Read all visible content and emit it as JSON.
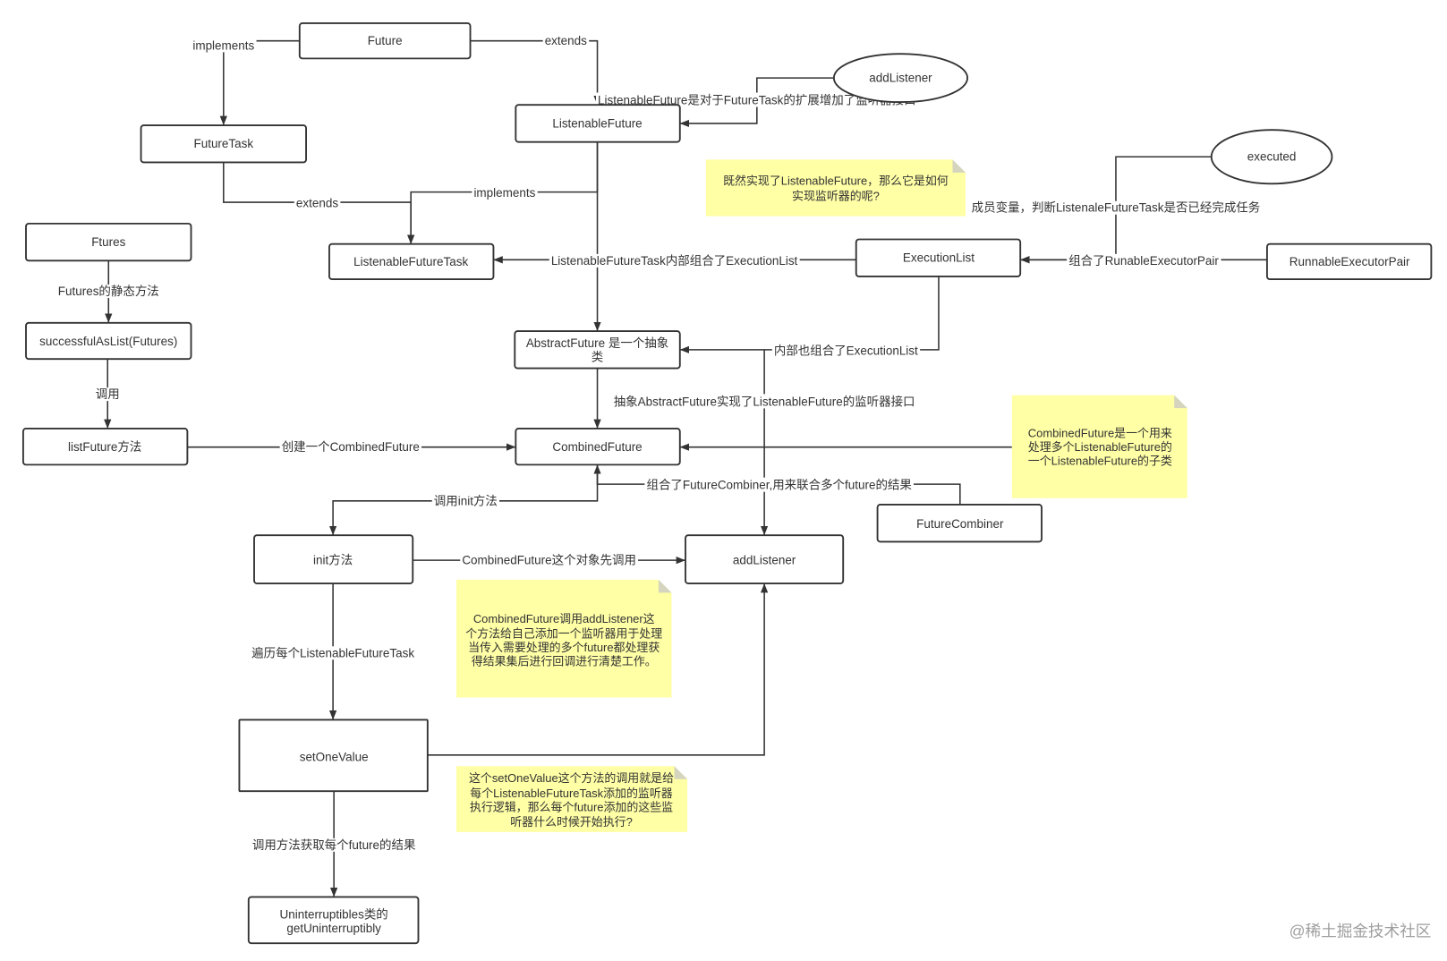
{
  "nodes": {
    "future": "Future",
    "future_task": "FutureTask",
    "listenable_future": "ListenableFuture",
    "add_listener_oval": "addListener",
    "executed_oval": "executed",
    "listenable_future_task": "ListenableFutureTask",
    "execution_list": "ExecutionList",
    "runnable_executor_pair": "RunnableExecutorPair",
    "ftures": "Ftures",
    "successful_as_list": "successfulAsList(Futures)",
    "list_future": "listFuture方法",
    "abstract_future": [
      "AbstractFuture 是一个抽象",
      "类"
    ],
    "combined_future": "CombinedFuture",
    "future_combiner": "FutureCombiner",
    "init_method": "init方法",
    "add_listener_box": "addListener",
    "set_one_value": "setOneValue",
    "uninterruptibles": [
      "Uninterruptibles类的",
      "getUninterruptibly"
    ]
  },
  "edge_labels": {
    "future_implements": "implements",
    "future_extends": "extends",
    "listenable_extension": "ListenableFuture是对于FutureTask的扩展增加了监听器接口",
    "future_task_extends": "extends",
    "listenable_implements": "implements",
    "task_composes_execution_list": "ListenableFutureTask内部组合了ExecutionList",
    "executed_member": "成员变量，判断ListenaleFutureTask是否已经完成任务",
    "composes_runnable_pair": "组合了RunableExecutorPair",
    "abstract_composes_execution_list": "内部也组合了ExecutionList",
    "abstract_implements_listener": "抽象AbstractFuture实现了ListenableFuture的监听器接口",
    "creates_combined_future": "创建一个CombinedFuture",
    "composes_future_combiner": "组合了FutureCombiner,用来联合多个future的结果",
    "calls_init": "调用init方法",
    "calls_add_listener_first": "CombinedFuture这个对象先调用",
    "iterates_tasks": "遍历每个ListenableFutureTask",
    "gets_each_result": "调用方法获取每个future的结果",
    "static_method": "Futures的静态方法",
    "calls": "调用"
  },
  "notes": {
    "listener_question": [
      "既然实现了ListenableFuture，那么它是如何",
      "实现监听器的呢?"
    ],
    "combined_future_desc": [
      "CombinedFuture是一个用来",
      "处理多个ListenableFuture的",
      "一个ListenableFuture的子类"
    ],
    "add_listener_desc": [
      "CombinedFuture调用addListener这",
      "个方法给自己添加一个监听器用于处理",
      "当传入需要处理的多个future都处理获",
      "得结果集后进行回调进行清楚工作。"
    ],
    "set_one_value_desc": [
      "这个setOneValue这个方法的调用就是给",
      "每个ListenableFutureTask添加的监听器",
      "执行逻辑，那么每个future添加的这些监",
      "听器什么时候开始执行?"
    ]
  },
  "watermark": "@稀土掘金技术社区",
  "colors": {
    "line": "#333333",
    "note_fill": "#ffffa6",
    "note_fold": "#d4d4bf",
    "watermark": "#9e9e9e"
  }
}
